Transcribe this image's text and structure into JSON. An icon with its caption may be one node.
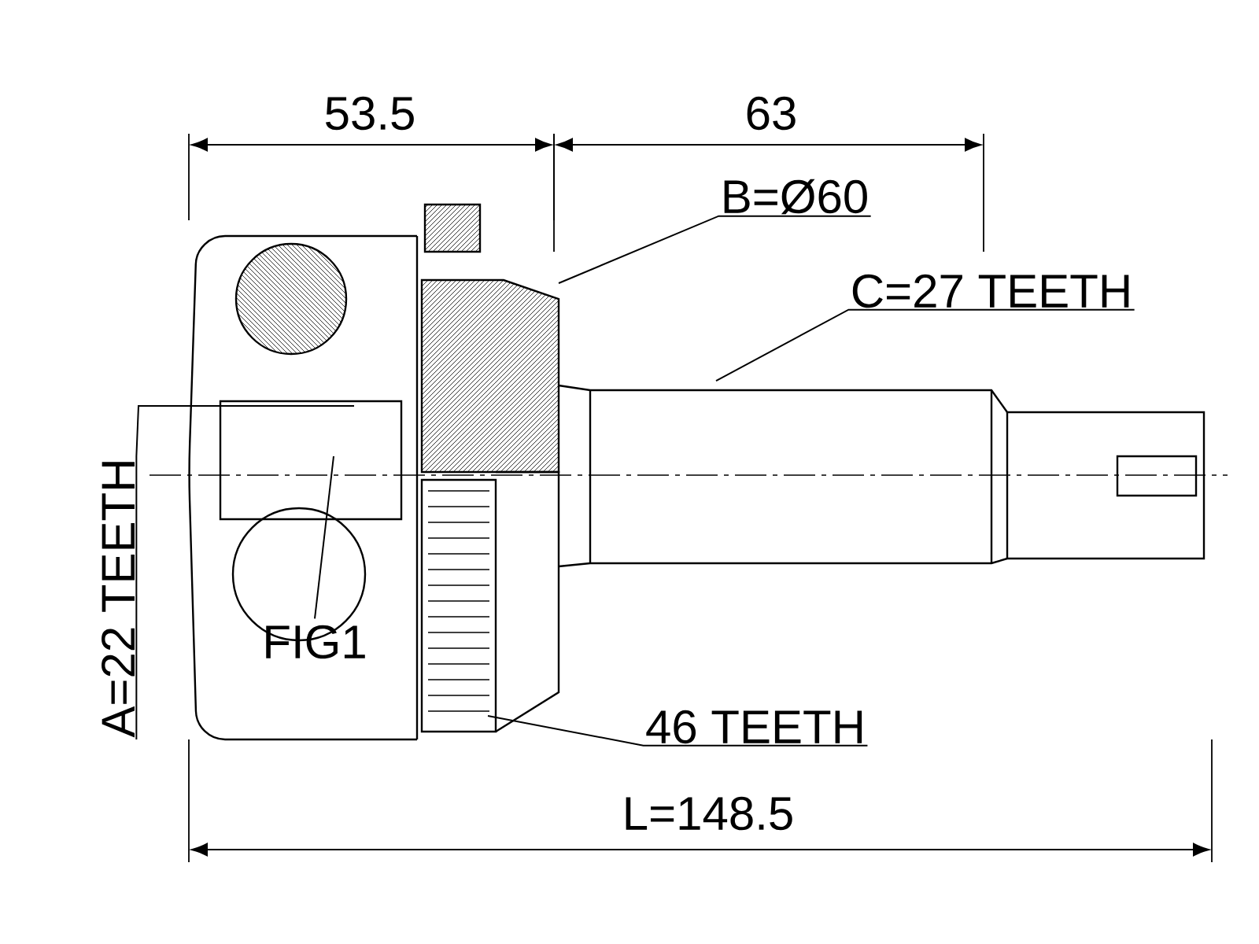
{
  "diagram": {
    "nodes": [
      {
        "text": [
          "B=Ø60"
        ]
      },
      {
        "text": [
          "C=27 TEETH"
        ]
      },
      {
        "text": [
          "A=22 TEETH"
        ]
      },
      {
        "text": [
          "FIG1"
        ]
      },
      {
        "text": [
          "46 TEETH"
        ]
      }
    ],
    "edges": [
      {
        "from": 0,
        "to": null,
        "arrow": "none"
      },
      {
        "from": 1,
        "to": null,
        "arrow": "none"
      },
      {
        "from": 2,
        "to": null,
        "arrow": "none"
      },
      {
        "from": 3,
        "to": null,
        "arrow": "none"
      },
      {
        "from": 4,
        "to": null,
        "arrow": "none"
      }
    ],
    "labels": [
      "53.5",
      "63",
      "L=148.5"
    ]
  }
}
